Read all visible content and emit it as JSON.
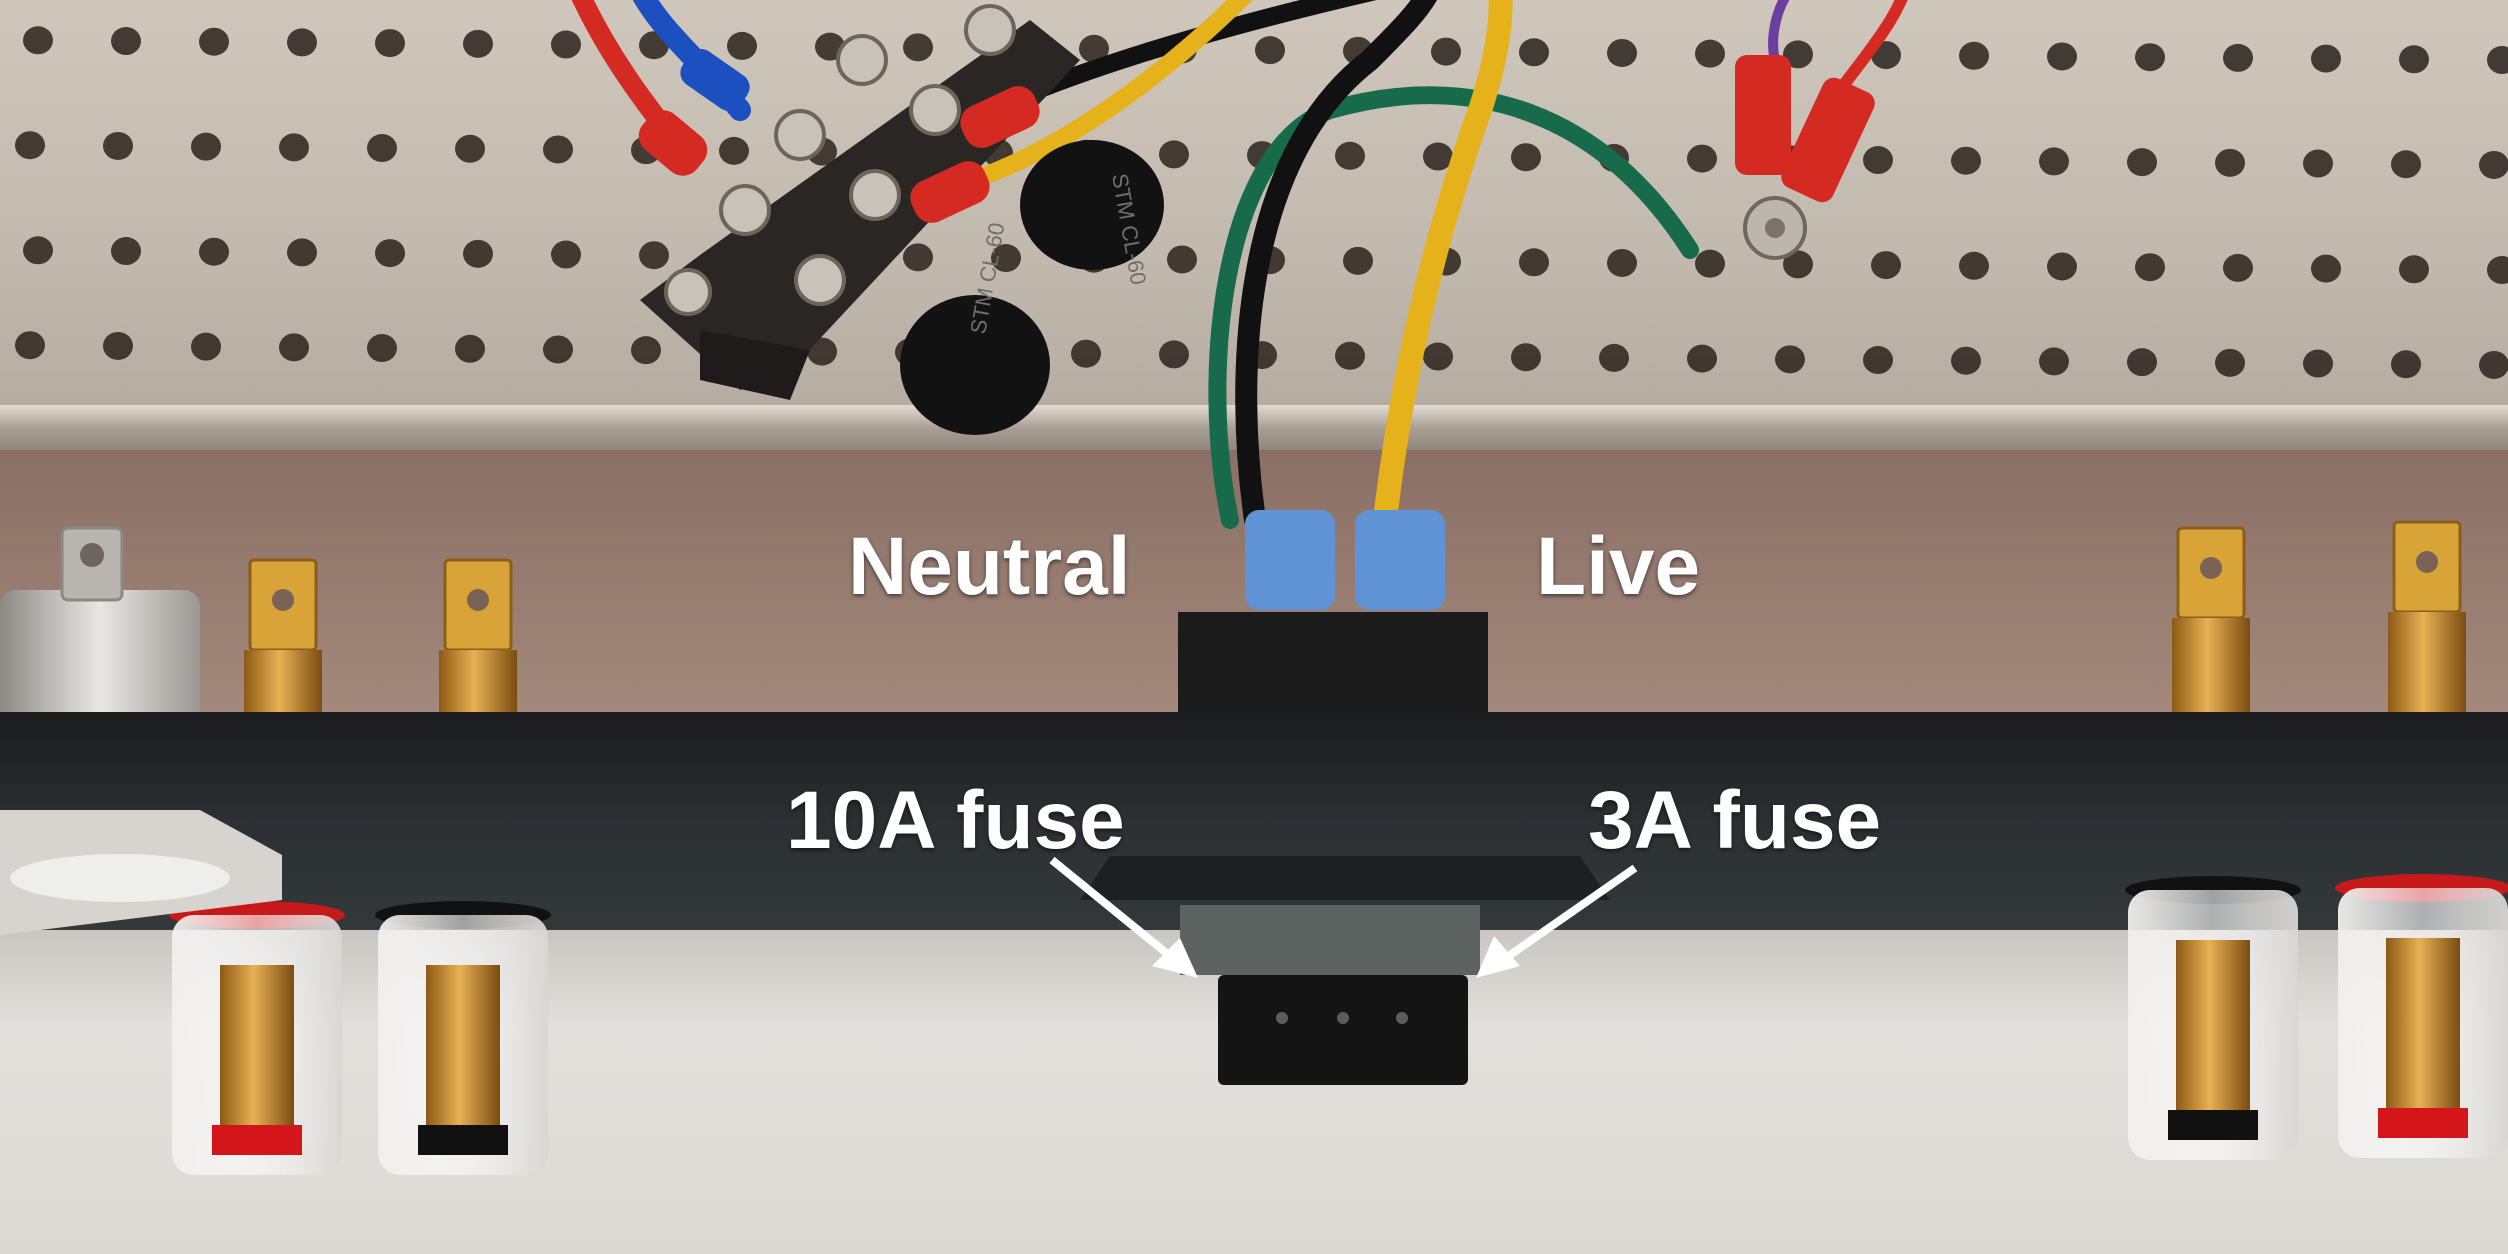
{
  "photo": {
    "subject": "",
    "labels": {
      "neutral": "Neutral",
      "live": "Live",
      "fuse_10a": "10A fuse",
      "fuse_3a": "3A fuse"
    },
    "component_markings": [
      "STM CL-60",
      "STM CL-60"
    ]
  },
  "colors": {
    "panel_metal": "#c7bfb5",
    "chassis_black": "#222426",
    "wire_red": "#d42a22",
    "wire_yellow": "#e6b21c",
    "wire_green": "#176b4a",
    "wire_black": "#111111",
    "crimp_blue": "#5f93d6",
    "label_text": "#ffffff",
    "towel": "#e4e2df"
  }
}
